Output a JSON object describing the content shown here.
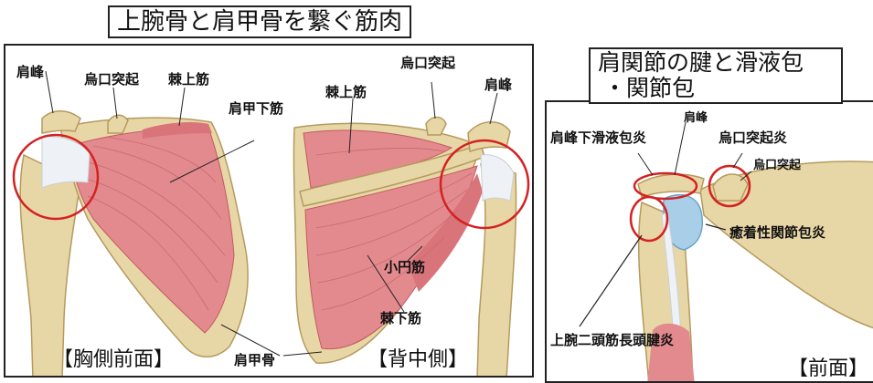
{
  "left": {
    "title": "上腕骨と肩甲骨を繋ぐ筋肉",
    "front": {
      "labels": {
        "acromion": "肩峰",
        "coracoid": "烏口突起",
        "supraspinatus": "棘上筋",
        "subscapularis": "肩甲下筋"
      },
      "caption": "【胸側前面】"
    },
    "back": {
      "labels": {
        "coracoid": "烏口突起",
        "supraspinatus": "棘上筋",
        "acromion": "肩峰",
        "teres_minor": "小円筋",
        "infraspinatus": "棘下筋"
      },
      "caption": "【背中側】"
    },
    "scapula_label": "肩甲骨"
  },
  "right": {
    "title_line1": "肩関節の腱と滑液包",
    "title_line2": "・関節包",
    "labels": {
      "acromion": "肩峰",
      "subacromial_bursitis": "肩峰下滑液包炎",
      "coracoiditis": "烏口突起炎",
      "coracoid": "烏口突起",
      "adhesive_capsulitis": "癒着性関節包炎",
      "biceps_tendinitis": "上腕二頭筋長頭腱炎"
    },
    "caption": "【前面】"
  },
  "colors": {
    "bone": "#e8d7a6",
    "muscle": "#e38a8e",
    "circle": "#d32222",
    "bursa": "#a9cfe8"
  }
}
